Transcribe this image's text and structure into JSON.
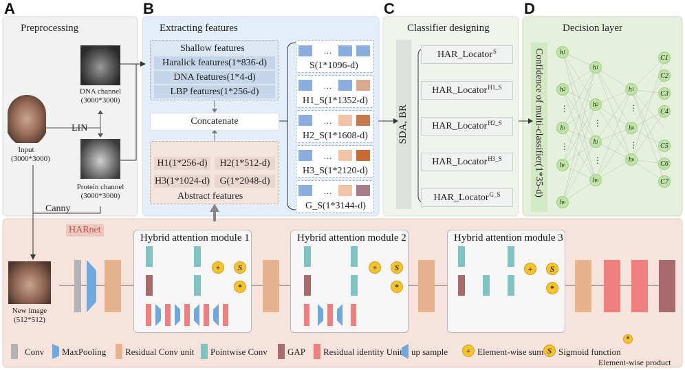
{
  "panels": {
    "a": "A",
    "b": "B",
    "c": "C",
    "d": "D"
  },
  "preprocessing": {
    "title": "Preprocessing",
    "dna": "DNA channel\n(3000*3000)",
    "input": "Input\n(3000*3000)",
    "lin": "LIN",
    "protein": "Protein channel\n(3000*3000)",
    "canny": "Canny"
  },
  "extract": {
    "title": "Extracting features",
    "shallow": "Shallow features",
    "haralick": "Haralick features(1*836-d)",
    "dna": "DNA features(1*4-d)",
    "lbp": "LBP features(1*256-d)",
    "concat": "Concatenate",
    "h1": "H1(1*256-d)",
    "h2": "H2(1*512-d)",
    "h3": "H3(1*1024-d)",
    "g": "G(1*2048-d)",
    "abstract": "Abstract features",
    "sets": [
      "S(1*1096-d)",
      "H1_S(1*1352-d)",
      "H2_S(1*1608-d)",
      "H3_S(1*2120-d)",
      "G_S(1*3144-d)"
    ],
    "dots": "..."
  },
  "classifier": {
    "title": "Classifier designing",
    "sda": "SDA, BR",
    "loc": "HAR_Locator",
    "sups": [
      "S",
      "H1_S",
      "H2_S",
      "H3_S",
      "G_S"
    ]
  },
  "decision": {
    "title": "Decision layer",
    "vertical": "Confidence of multi-classifier(1*35-d)",
    "classes": [
      "C1",
      "C2",
      "C3",
      "C4",
      "C5",
      "C6",
      "C7"
    ]
  },
  "harnet": {
    "title": "HARnet",
    "newimg": "New image\n(512*512)",
    "m1": "Hybrid attention module 1",
    "m2": "Hybrid attention module 2",
    "m3": "Hybrid attention module 3",
    "plus": "+",
    "sig": "S",
    "prod": "*"
  },
  "legend": {
    "conv": "Conv",
    "maxpool": "MaxPooling",
    "res": "Residual Conv unit",
    "pw": "Pointwise Conv",
    "gap": "GAP",
    "rid": "Residual identity Unit",
    "up": "up sample",
    "sum": "Element-wise sum",
    "sigmoid": "Sigmoid function",
    "product": "Element-wise product"
  },
  "colors": {
    "conv": "#b3b3b3",
    "maxpool": "#6fa8dc",
    "res": "#e6b38f",
    "pw": "#7fc4c0",
    "gap": "#a86a6a",
    "rid": "#f08080",
    "op": "#f4c430"
  }
}
